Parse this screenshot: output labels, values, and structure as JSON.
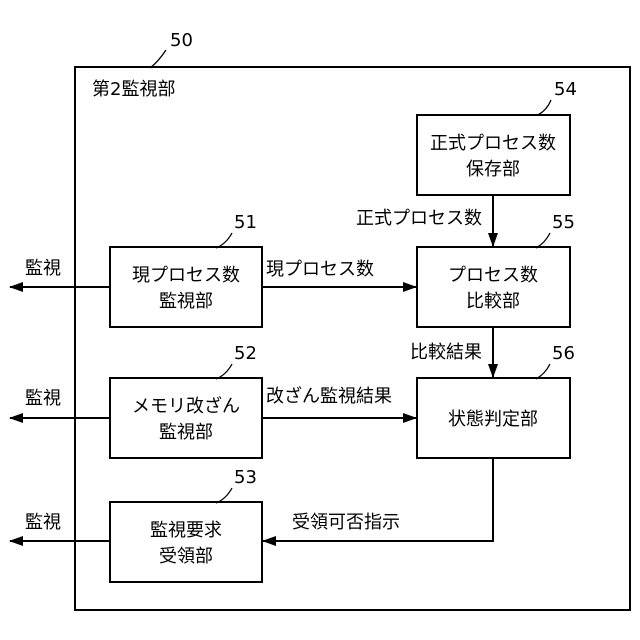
{
  "ref_numbers": {
    "outer": "50",
    "current_monitor": "51",
    "memory_monitor": "52",
    "request_receiver": "53",
    "formal_storage": "54",
    "comparator": "55",
    "state_judge": "56"
  },
  "outer_title": "第2監視部",
  "blocks": {
    "formal_storage": [
      "正式プロセス数",
      "保存部"
    ],
    "current_monitor": [
      "現プロセス数",
      "監視部"
    ],
    "comparator": [
      "プロセス数",
      "比較部"
    ],
    "memory_monitor": [
      "メモリ改ざん",
      "監視部"
    ],
    "state_judge": [
      "状態判定部"
    ],
    "request_receiver": [
      "監視要求",
      "受領部"
    ]
  },
  "signals": {
    "formal_count": "正式プロセス数",
    "current_count": "現プロセス数",
    "compare_result": "比較結果",
    "tamper_result": "改ざん監視結果",
    "accept_reject": "受領可否指示"
  },
  "outputs": [
    "監視",
    "監視",
    "監視"
  ]
}
